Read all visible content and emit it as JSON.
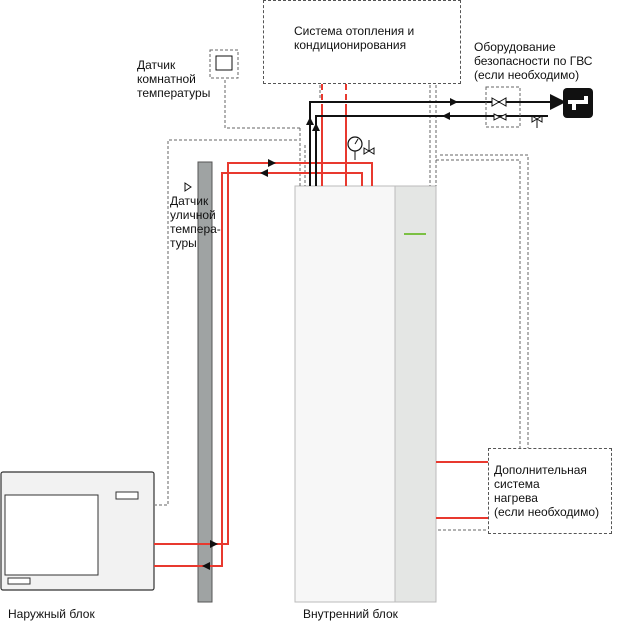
{
  "labels": {
    "heating_system": "Система отопления и\nкондиционирования",
    "dhw_equipment": "Оборудование\nбезопасности по ГВС\n(если необходимо)",
    "room_sensor": "Датчик\nкомнатной\nтемпературы",
    "outdoor_sensor": "Датчик\nуличной\nтемпера-\nтуры",
    "extra_heating": "Дополнительная\nсистема\nнагрева\n(если необходимо)",
    "outdoor_unit": "Наружный блок",
    "indoor_unit": "Внутренний блок"
  },
  "colors": {
    "hot_pipe": "#e8392f",
    "cold_pipe": "#111111",
    "dashed_wire": "#666666",
    "unit_fill": "#f2f2f2",
    "panel_fill": "#e4e6e4",
    "indicator": "#7bc043"
  },
  "icons": {
    "tap": "water-tap-icon",
    "valve": "valve-icon",
    "gauge": "pressure-gauge-icon",
    "sensor": "temperature-sensor-icon"
  }
}
